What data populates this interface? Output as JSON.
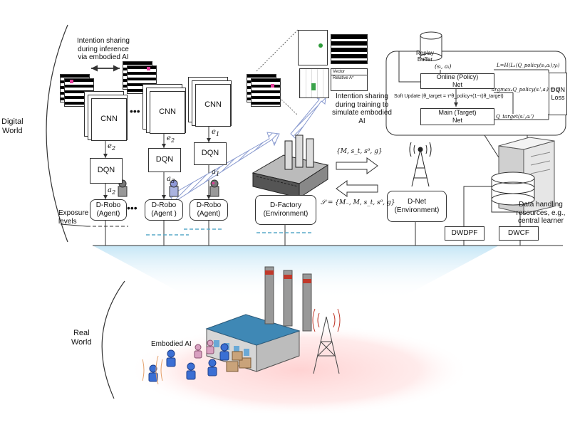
{
  "side_labels": {
    "digital_world": [
      "Digital",
      "World"
    ],
    "real_world": [
      "Real",
      "World"
    ]
  },
  "annotations": {
    "intention_inference": [
      "Intention sharing",
      "during inference",
      "via embodied AI"
    ],
    "intention_training": [
      "Intention sharing",
      "during training to",
      "simulate embodied",
      "AI"
    ],
    "exposure_levels": [
      "Exposure",
      "levels"
    ],
    "data_handling": [
      "Data handling",
      "resources, e.g.,",
      "central learner"
    ],
    "embodied_ai": "Embodied AI"
  },
  "agents": [
    {
      "cnn": "CNN",
      "dqn": "DQN",
      "latent": "e",
      "latent_sub": "2",
      "action": "a",
      "action_sub": "2",
      "label": [
        "D-Robo",
        "(Agent)"
      ]
    },
    {
      "cnn": "CNN",
      "dqn": "DQN",
      "latent": "e",
      "latent_sub": "2",
      "action": "a",
      "action_sub": "3",
      "label": [
        "D-Robo",
        "(Agent )"
      ]
    },
    {
      "cnn": "CNN",
      "dqn": "DQN",
      "latent": "e",
      "latent_sub": "1",
      "action": "a",
      "action_sub": "1",
      "label": [
        "D-Robo",
        "(Agent)"
      ]
    }
  ],
  "ellipsis": "•••",
  "factory_label": [
    "D-Factory",
    "(Environment)"
  ],
  "net_label": [
    "D-Net",
    "(Environment)"
  ],
  "set_top": "{M, s_t, s⁰, g}",
  "set_bottom": "𝒮 = {M₋, M, s_t, s⁰, g}",
  "dwdpf": "DWDPF",
  "dwcf": "DWCF",
  "dqn_panel": {
    "replay_buffer": [
      "Replay",
      "Buffer"
    ],
    "transition": "(sᵢ, aᵢ)",
    "online_net": [
      "Online (Policy)",
      "Net"
    ],
    "target_net": [
      "Main (Target)",
      "Net"
    ],
    "loss_label": [
      "DQN",
      "Loss"
    ],
    "loss_eq": "L=H(L₁(Q_policy(sᵢ,aᵢ);yᵢ)",
    "argmax_eq": "argmaxₐQ_policy(sᵢ',aᵢ) = a'",
    "soft_update": "Soft Update (θ_target = τ*θ_policy+(1−τ)θ_target)",
    "target_q": "Q_target(sᵢ',aᵢ')"
  },
  "training_panel": {
    "vector_title": "Vector",
    "relative_label": "Relative A*"
  },
  "colors": {
    "hatch_arrow": "#8a9bd0",
    "ground_glow": "#ffd0d0",
    "beam": "#cfe8f5",
    "factory_roof": "#3f88b5",
    "chimney_stripe": "#c0392b",
    "robot_blue": "#3b6fd4"
  }
}
